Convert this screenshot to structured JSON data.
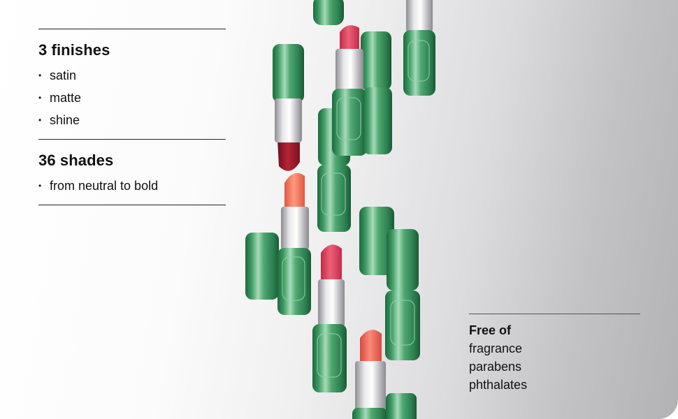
{
  "finishes": {
    "title": "3 finishes",
    "items": [
      "satin",
      "matte",
      "shine"
    ]
  },
  "shades": {
    "title": "36 shades",
    "items": [
      "from neutral to bold"
    ]
  },
  "free_of": {
    "title": "Free of",
    "items": [
      "fragrance",
      "parabens",
      "phthalates"
    ]
  },
  "colors": {
    "case_green": "#4fa771",
    "case_green_dark": "#1f6b3f",
    "metal_silver": "#cfcfd2",
    "bullet_red": "#9c1c2b",
    "bullet_pink": "#e0455f",
    "bullet_coral": "#ef6a5c",
    "bullet_orange": "#f27d64"
  }
}
